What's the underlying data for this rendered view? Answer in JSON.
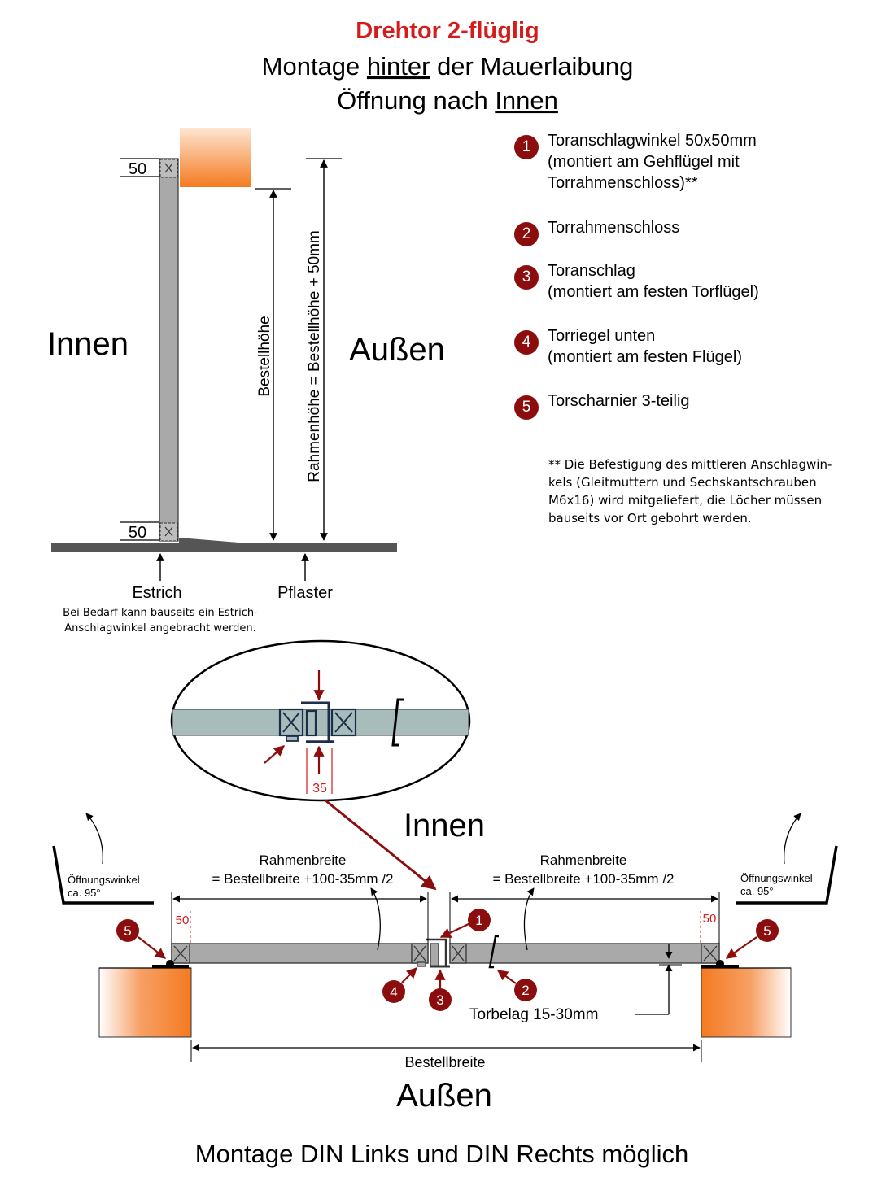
{
  "title": {
    "main": "Drehtor 2-flüglig",
    "line2_pre": "Montage ",
    "line2_underlined": "hinter",
    "line2_post": " der Mauerlaibung",
    "line3_pre": "Öffnung nach ",
    "line3_underlined": "Innen",
    "color": "#d41c1c"
  },
  "side_view": {
    "innen_label": "Innen",
    "aussen_label": "Außen",
    "dim_top": "50",
    "dim_bottom": "50",
    "bestellhoehe_label": "Bestellhöhe",
    "rahmenhoehe_label": "Rahmenhöhe = Bestellhöhe + 50mm",
    "estrich_label": "Estrich",
    "estrich_note_line1": "Bei Bedarf kann bauseits ein Estrich-",
    "estrich_note_line2": "Anschlagwinkel angebracht werden.",
    "pflaster_label": "Pflaster"
  },
  "legend": [
    {
      "num": "1",
      "text": "Toranschlagwinkel 50x50mm\n(montiert am Gehflügel mit\nTorrahmenschloss)**"
    },
    {
      "num": "2",
      "text": "Torrahmenschloss"
    },
    {
      "num": "3",
      "text": "Toranschlag\n(montiert am festen Torflügel)"
    },
    {
      "num": "4",
      "text": "Torriegel unten\n(montiert am festen Flügel)"
    },
    {
      "num": "5",
      "text": "Torscharnier 3-teilig"
    }
  ],
  "footnote": [
    "** Die Befestigung des mittleren Anschlagwin-",
    "kels (Gleitmuttern und Sechskantschrauben",
    "M6x16) wird mitgeliefert, die Löcher müssen",
    "bauseits vor Ort gebohrt werden."
  ],
  "plan_view": {
    "detail_dim": "35",
    "innen_label": "Innen",
    "aussen_label": "Außen",
    "rahmenbreite_left_line1": "Rahmenbreite",
    "rahmenbreite_left_line2": "= Bestellbreite +100-35mm /2",
    "rahmenbreite_right_line1": "Rahmenbreite",
    "rahmenbreite_right_line2": "= Bestellbreite +100-35mm /2",
    "oeffnungswinkel_left_line1": "Öffnungswinkel",
    "oeffnungswinkel_left_line2": "ca. 95°",
    "oeffnungswinkel_right_line1": "Öffnungswinkel",
    "oeffnungswinkel_right_line2": "ca. 95°",
    "dim_left_50": "50",
    "dim_right_50": "50",
    "torbelag_label": "Torbelag 15-30mm",
    "bestellbreite_label": "Bestellbreite",
    "markers": [
      "1",
      "2",
      "3",
      "4",
      "5",
      "5"
    ]
  },
  "footer": "Montage DIN Links und DIN Rechts möglich",
  "colors": {
    "marker": "#8b0d0d",
    "dim_red": "#d41c1c",
    "frame_grey": "#a9a9a9",
    "detail_fill": "#a8bcbc",
    "wall_orange": "#f47a20",
    "ground": "#555555"
  }
}
